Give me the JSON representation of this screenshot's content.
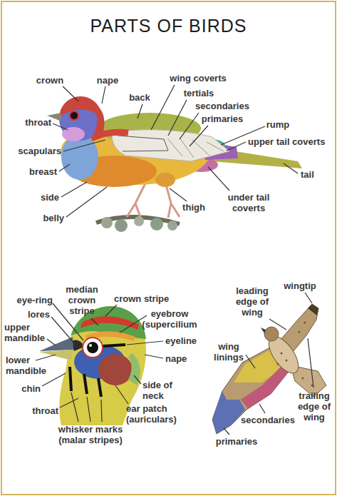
{
  "diagram": {
    "title": "PARTS OF BIRDS",
    "labels": [
      "crown",
      "nape",
      "wing coverts",
      "back",
      "tertials",
      "secondaries",
      "primaries",
      "throat",
      "rump",
      "upper tail coverts",
      "scapulars",
      "breast",
      "tail",
      "side",
      "under tail coverts",
      "thigh",
      "belly",
      "median crown stripe",
      "crown stripe",
      "eye-ring",
      "lores",
      "eyebrow (supercilium",
      "upper mandible",
      "eyeline",
      "lower mandible",
      "nape",
      "chin",
      "side of neck",
      "throat",
      "ear patch (auriculars)",
      "whisker marks (malar stripes)",
      "leading edge of wing",
      "wingtip",
      "wing linings",
      "trailing edge of wing",
      "secondaries",
      "primaries"
    ]
  }
}
